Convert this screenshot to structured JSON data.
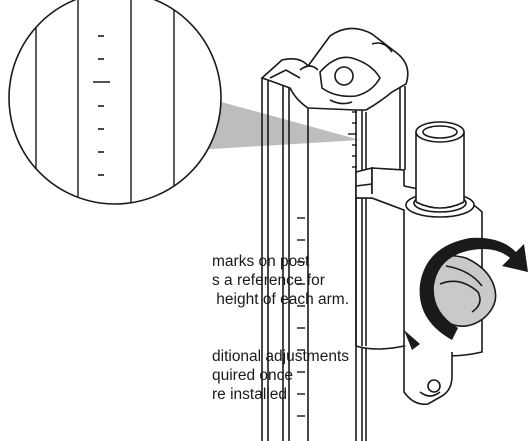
{
  "captions": {
    "paragraph_1": [
      "marks on post",
      "s a reference for",
      " height of each arm."
    ],
    "paragraph_2": [
      "ditional adjustments",
      "quired once",
      "re installed."
    ]
  },
  "colors": {
    "ink": "#1a1a1a",
    "callout_wedge": "#bdbdbd",
    "knob_shade": "#c9c9c9",
    "background": "#ffffff"
  },
  "icons": {
    "rotation_arrow": "curved-double-arrow-icon",
    "adjust_knob": "knob-icon"
  }
}
